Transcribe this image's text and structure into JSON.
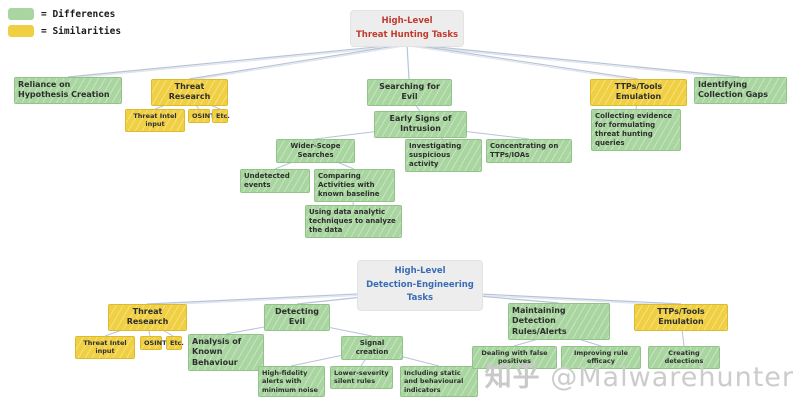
{
  "legend": {
    "items": [
      {
        "label": "= Differences",
        "color": "#a9d6a0",
        "meaning": "difference"
      },
      {
        "label": "= Similarities",
        "color": "#f0d042",
        "meaning": "similarity"
      }
    ]
  },
  "colors": {
    "difference_green": "#a9d6a0",
    "similarity_yellow": "#f0d042",
    "root_background": "#ededed",
    "tree1_title_color": "#c23a2e",
    "tree2_title_color": "#3a6cb5",
    "connector_line": "#b7c3d8",
    "watermark_gray": "#cccccc"
  },
  "tree1": {
    "title_line1": "High-Level",
    "title_line2": "Threat Hunting Tasks",
    "nodes": {
      "reliance": {
        "label": "Reliance on Hypothesis Creation",
        "type": "difference",
        "parent": "root"
      },
      "threat_research": {
        "label": "Threat Research",
        "type": "similarity",
        "parent": "root"
      },
      "threat_intel_input": {
        "label": "Threat Intel input",
        "type": "similarity",
        "parent": "threat_research"
      },
      "osint": {
        "label": "OSINT",
        "type": "similarity",
        "parent": "threat_research"
      },
      "etc": {
        "label": "Etc.",
        "type": "similarity",
        "parent": "threat_research"
      },
      "searching_for_evil": {
        "label": "Searching for Evil",
        "type": "difference",
        "parent": "root"
      },
      "early_signs": {
        "label": "Early Signs of Intrusion",
        "type": "difference",
        "parent": "searching_for_evil"
      },
      "wider_scope_searches": {
        "label": "Wider-Scope Searches",
        "type": "difference",
        "parent": "early_signs"
      },
      "undetected_events": {
        "label": "Undetected events",
        "type": "difference",
        "parent": "wider_scope_searches"
      },
      "comparing_activities": {
        "label": "Comparing Activities with known baseline",
        "type": "difference",
        "parent": "wider_scope_searches"
      },
      "using_data_analytics": {
        "label": "Using data analytic techniques to analyze the data",
        "type": "difference",
        "parent": "comparing_activities"
      },
      "investigating_suspicious": {
        "label": "Investigating suspicious activity",
        "type": "difference",
        "parent": "early_signs"
      },
      "concentrating_ttps": {
        "label": "Concentrating on TTPs/IOAs",
        "type": "difference",
        "parent": "early_signs"
      },
      "ttps_tools_emulation": {
        "label": "TTPs/Tools Emulation",
        "type": "similarity",
        "parent": "root"
      },
      "collecting_evidence": {
        "label": "Collecting evidence for formulating threat hunting queries",
        "type": "difference",
        "parent": "ttps_tools_emulation"
      },
      "identifying_collection_gaps": {
        "label": "Identifying Collection Gaps",
        "type": "difference",
        "parent": "root"
      }
    }
  },
  "tree2": {
    "title_line1": "High-Level",
    "title_line2": "Detection-Engineering Tasks",
    "nodes": {
      "threat_research": {
        "label": "Threat Research",
        "type": "similarity",
        "parent": "root"
      },
      "threat_intel_input": {
        "label": "Threat Intel input",
        "type": "similarity",
        "parent": "threat_research"
      },
      "osint": {
        "label": "OSINT",
        "type": "similarity",
        "parent": "threat_research"
      },
      "etc": {
        "label": "Etc.",
        "type": "similarity",
        "parent": "threat_research"
      },
      "detecting_evil": {
        "label": "Detecting Evil",
        "type": "difference",
        "parent": "root"
      },
      "analysis_known_behaviour": {
        "label": "Analysis of Known Behaviour",
        "type": "difference",
        "parent": "detecting_evil"
      },
      "signal_creation": {
        "label": "Signal creation",
        "type": "difference",
        "parent": "detecting_evil"
      },
      "high_fidelity_alerts": {
        "label": "High-fidelity alerts with minimum noise",
        "type": "difference",
        "parent": "signal_creation"
      },
      "lower_severity_silent_rules": {
        "label": "Lower-severity silent rules",
        "type": "difference",
        "parent": "signal_creation"
      },
      "including_static_behavioural": {
        "label": "Including static and behavioural indicators",
        "type": "difference",
        "parent": "signal_creation"
      },
      "maintaining_detection_rules": {
        "label": "Maintaining Detection Rules/Alerts",
        "type": "difference",
        "parent": "root"
      },
      "dealing_false_positives": {
        "label": "Dealing with false positives",
        "type": "difference",
        "parent": "maintaining_detection_rules"
      },
      "improving_rule_efficacy": {
        "label": "Improving rule efficacy",
        "type": "difference",
        "parent": "maintaining_detection_rules"
      },
      "ttps_tools_emulation": {
        "label": "TTPs/Tools Emulation",
        "type": "similarity",
        "parent": "root"
      },
      "creating_detections": {
        "label": "Creating detections",
        "type": "difference",
        "parent": "ttps_tools_emulation"
      }
    }
  },
  "watermark": {
    "brand": "知乎",
    "handle": "@Malwarehunter"
  }
}
